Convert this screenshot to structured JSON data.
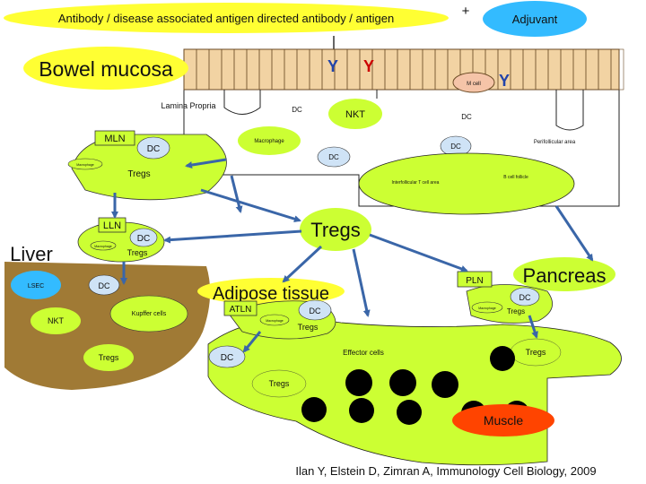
{
  "banner": {
    "antigen_text": "Antibody / disease associated antigen directed antibody / antigen",
    "plus": "+",
    "adjuvant": "Adjuvant"
  },
  "mucosa": {
    "title": "Bowel mucosa",
    "lamina_propria": "Lamina Propria",
    "mcell": "M cell",
    "dc_top": "DC",
    "nkt": "NKT",
    "dc_right": "DC",
    "macrophage": "Macrophage",
    "dc_mid": "DC",
    "dc_mid2": "DC",
    "perifollicular": "Perifollicular area",
    "interfollicular": "Interfollicular T cell area",
    "b_follicle": "B cell follicle"
  },
  "mln": {
    "label": "MLN",
    "dc": "DC",
    "macrophage": "Macrophage",
    "tregs": "Tregs"
  },
  "center_tregs": "Tregs",
  "liver": {
    "title": "Liver",
    "lln": "LLN",
    "macrophage": "Macrophage",
    "dc": "DC",
    "tregs": "Tregs",
    "lsec": "LSEC",
    "dc2": "DC",
    "kupffer": "Kupffer cells",
    "nkt": "NKT",
    "tregs2": "Tregs"
  },
  "adipose": {
    "title": "Adipose tissue",
    "atln": "ATLN",
    "macrophage": "Macrophage",
    "dc": "DC",
    "tregs": "Tregs"
  },
  "pancreas": {
    "title": "Pancreas",
    "pln": "PLN",
    "dc": "DC",
    "macrophage": "Macrophage",
    "tregs": "Tregs"
  },
  "muscle": {
    "dc": "DC",
    "effector": "Effector cells",
    "tregs": "Tregs",
    "tregs_right": "Tregs",
    "label": "Muscle"
  },
  "citation": "Ilan Y, Elstein D, Zimran A, Immunology Cell Biology, 2009",
  "colors": {
    "banner": "#ffff33",
    "adjuvant": "#33bbff",
    "liver": "#a07a35",
    "green": "#ccff33",
    "dc_fill": "#cfe3f6",
    "muscle_label": "#ff4400",
    "arrow": "#3a66a8"
  }
}
